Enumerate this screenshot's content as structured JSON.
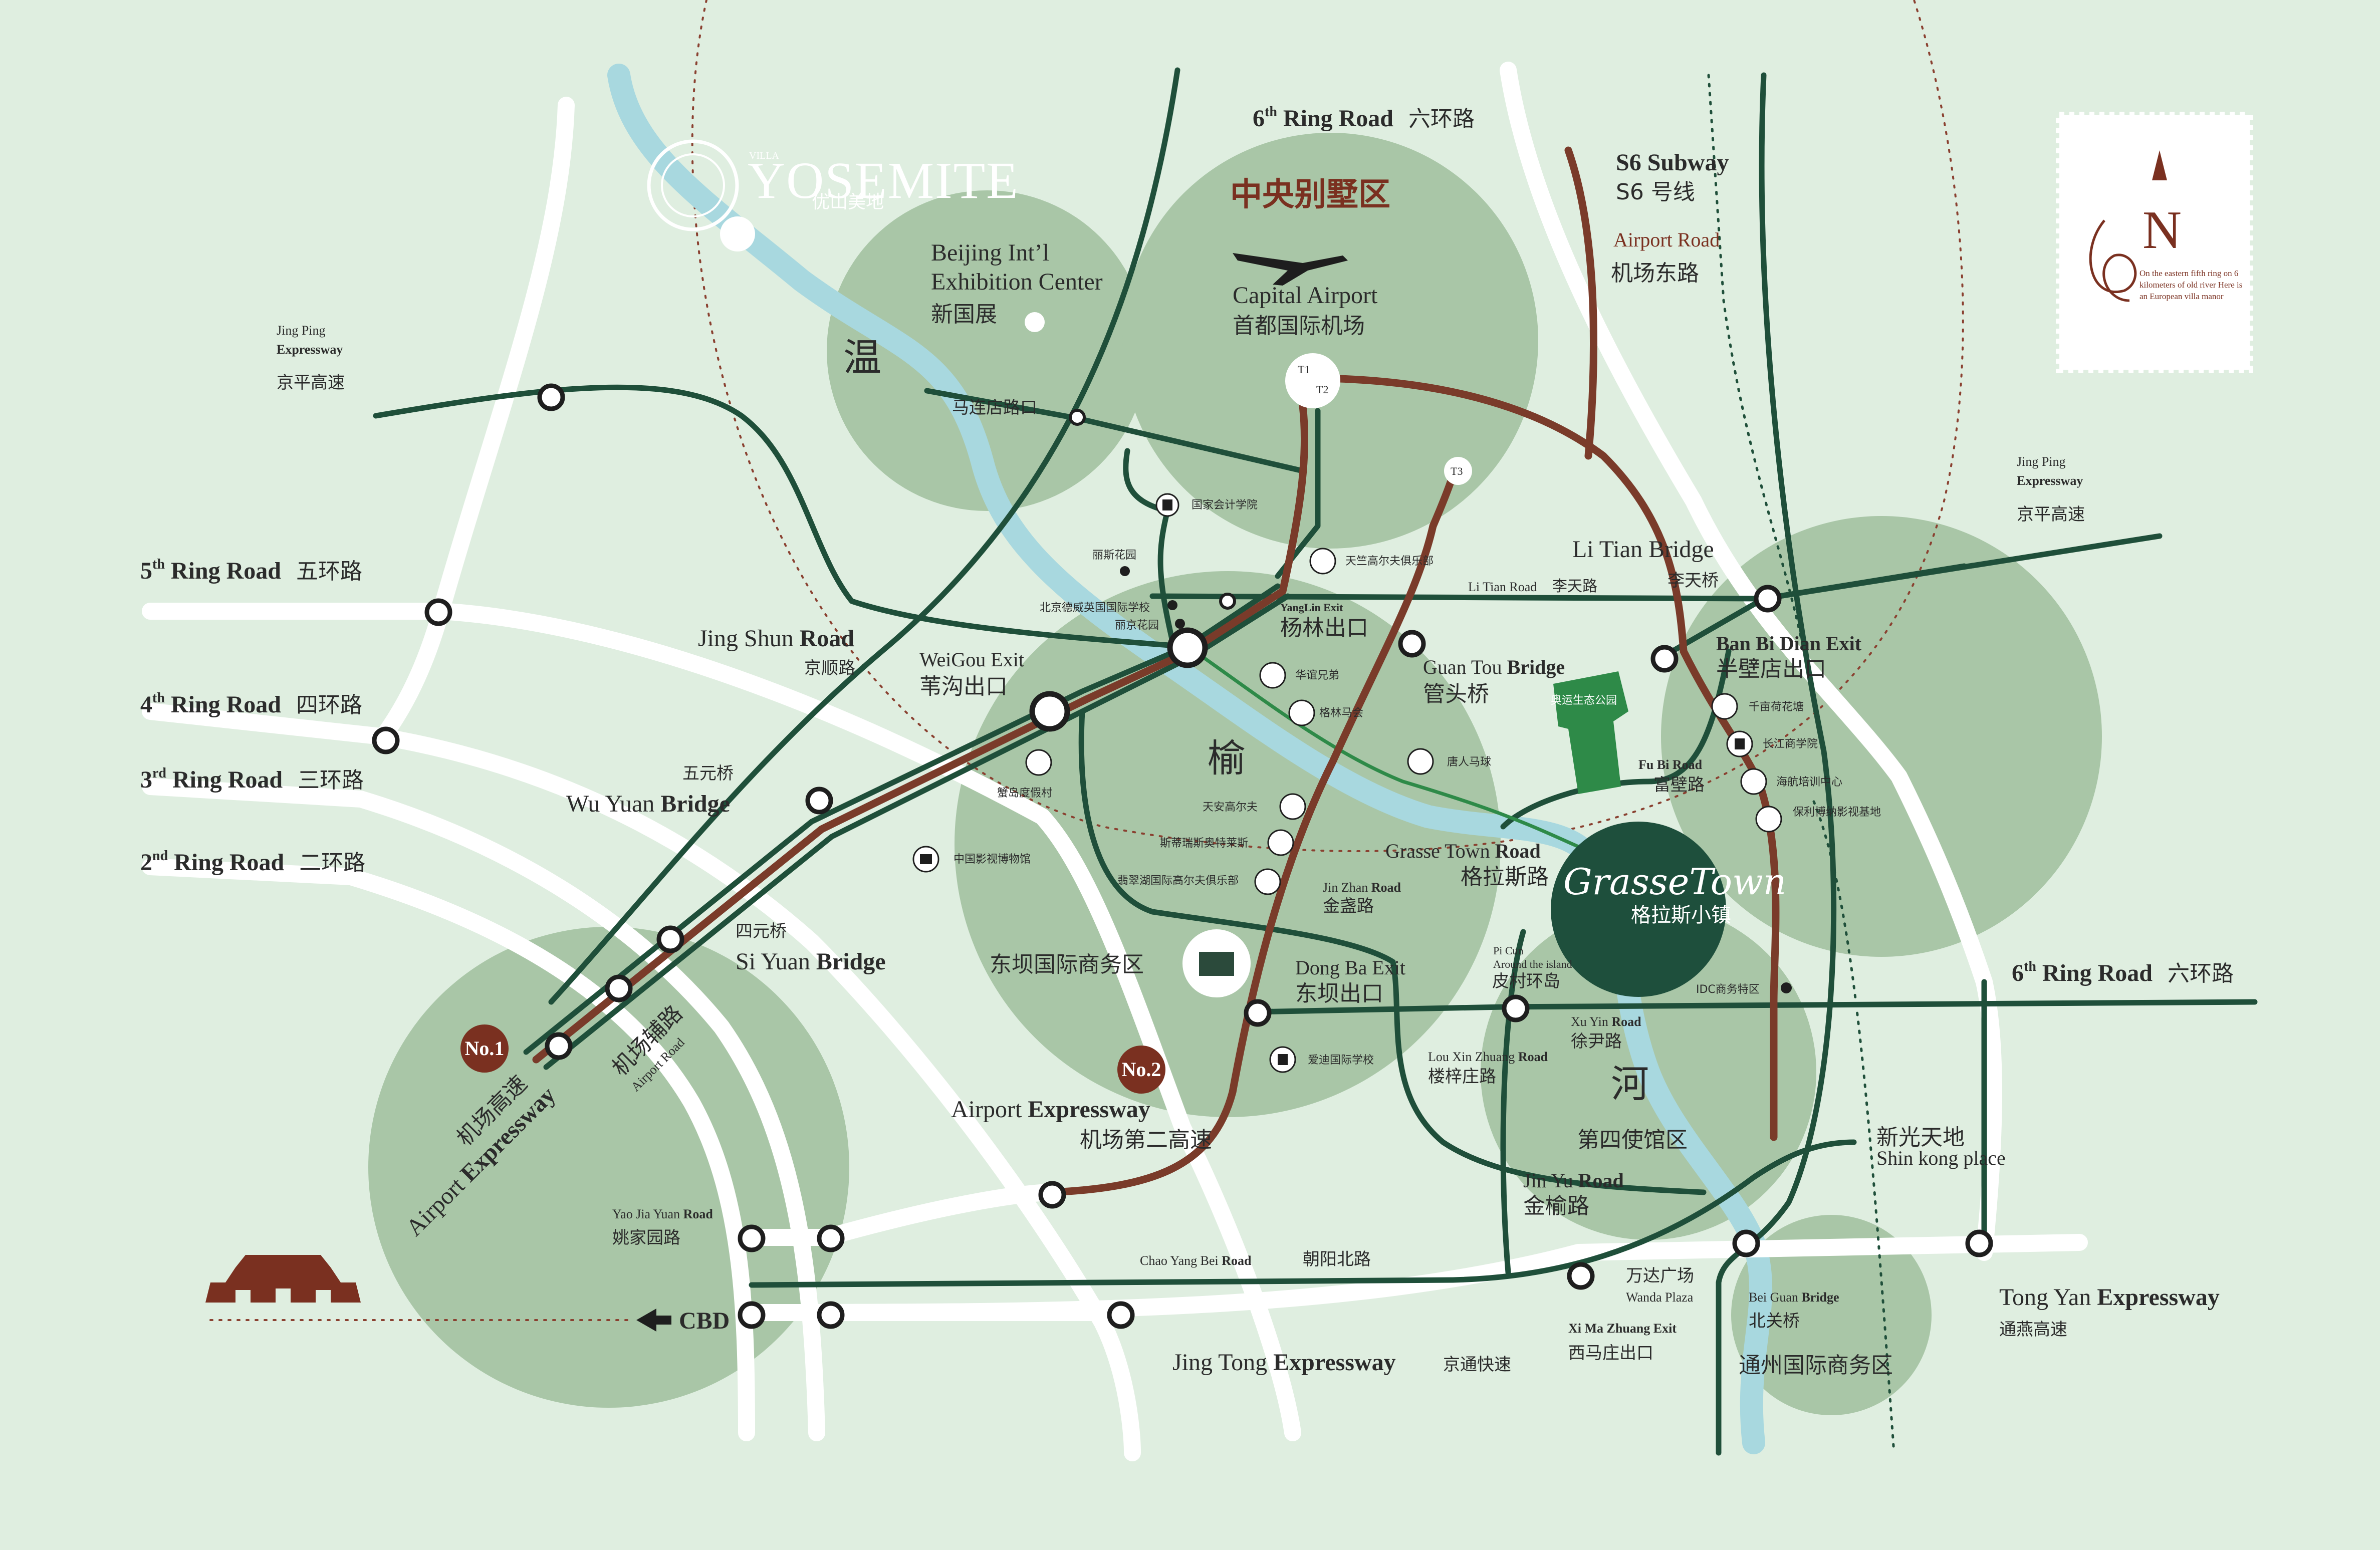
{
  "brand": {
    "name": "YOSEMITE",
    "name_small": "VILLA",
    "name_cn": "优山美地"
  },
  "title_cn": "中央别墅区",
  "compass": {
    "letter": "N",
    "note": "On the eastern fifth ring on 6 kilometers of old river Here is an European villa manor"
  },
  "districts": {
    "wen": "温",
    "yu": "榆",
    "he": "河",
    "dongba": "东坝国际商务区",
    "embassy": "第四使馆区",
    "tongzhou": "通州国际商务区",
    "grasse_cn": "格拉斯小镇",
    "grasse_en": "GrasseTown",
    "olympic_park": "奥运生态公园"
  },
  "rings": {
    "r6_top": {
      "en": "6",
      "sup": "th",
      "en2": " Ring Road",
      "cn": "六环路"
    },
    "r6_right": {
      "en": "6",
      "sup": "th",
      "en2": " Ring Road",
      "cn": "六环路"
    },
    "r5": {
      "en": "5",
      "sup": "th",
      "en2": " Ring Road",
      "cn": "五环路"
    },
    "r4": {
      "en": "4",
      "sup": "th",
      "en2": " Ring Road",
      "cn": "四环路"
    },
    "r3": {
      "en": "3",
      "sup": "rd",
      "en2": " Ring Road",
      "cn": "三环路"
    },
    "r2": {
      "en": "2",
      "sup": "nd",
      "en2": " Ring Road",
      "cn": "二环路"
    }
  },
  "labels": {
    "s6_en": "S6 Subway",
    "s6_cn": "S6 号线",
    "airport_road_en": "Airport Road",
    "airport_road_cn": "机场东路",
    "jingping_left_en1": "Jing Ping",
    "jingping_left_en2": "Expressway",
    "jingping_left_cn": "京平高速",
    "jingping_right_en1": "Jing Ping",
    "jingping_right_en2": "Expressway",
    "jingping_right_cn": "京平高速",
    "expo_en1": "Beijing Int’l",
    "expo_en2": "Exhibition Center",
    "expo_cn": "新国展",
    "airport_en": "Capital Airport",
    "airport_cn": "首都国际机场",
    "t1": "T1",
    "t2": "T2",
    "t3": "T3",
    "maliandian": "马连店路口",
    "litian_bridge_en": "Li Tian Bridge",
    "litian_bridge_cn": "李天桥",
    "litian_road_en": "Li Tian Road",
    "litian_road_cn": "李天路",
    "yanglin_en": "YangLin Exit",
    "yanglin_cn": "杨林出口",
    "jingshun_en1": "Jing Shun",
    "jingshun_en2": " Road",
    "jingshun_cn": "京顺路",
    "weigou_en": "WeiGou Exit",
    "weigou_cn": "苇沟出口",
    "guantou_en1": "Guan Tou",
    "guantou_en2": " Bridge",
    "guantou_cn": "管头桥",
    "banbidian_en": "Ban Bi Dian Exit",
    "banbidian_cn": "半壁店出口",
    "fubi_en": "Fu Bi Road",
    "fubi_cn": "富壁路",
    "wuyuan_cn": "五元桥",
    "wuyuan_en1": "Wu Yuan",
    "wuyuan_en2": " Bridge",
    "siyuan_cn": "四元桥",
    "siyuan_en1": "Si Yuan",
    "siyuan_en2": " Bridge",
    "grasse_road_en1": "Grasse Town",
    "grasse_road_en2": " Road",
    "grasse_road_cn": "格拉斯路",
    "jinzhan_en1": "Jin Zhan",
    "jinzhan_en2": " Road",
    "jinzhan_cn": "金盏路",
    "dongba_exit_en": "Dong Ba Exit",
    "dongba_exit_cn": "东坝出口",
    "picun_en1": "Pi Cun",
    "picun_en2": "Around the island",
    "picun_cn": "皮村环岛",
    "idc": "IDC商务特区",
    "xuyin_en1": "Xu Yin",
    "xuyin_en2": " Road",
    "xuyin_cn": "徐尹路",
    "louxin_en1": "Lou Xin Zhuang",
    "louxin_en2": " Road",
    "louxin_cn": "楼梓庄路",
    "jinyu_en1": "Jin Yu",
    "jinyu_en2": " Road",
    "jinyu_cn": "金榆路",
    "shinkong_cn": "新光天地",
    "shinkong_en": "Shin kong place",
    "airport_exp2_en1": "Airport",
    "airport_exp2_en2": " Expressway",
    "airport_exp2_cn": "机场第二高速",
    "airport_exp_cn": "机场高速",
    "airport_exp_en1": "Airport",
    "airport_exp_en2": " Expressway",
    "airport_aux_cn": "机场辅路",
    "airport_aux_en": "Airport Road",
    "no1": "No.1",
    "no2": "No.2",
    "yaojiayuan_en1": "Yao Jia Yuan",
    "yaojiayuan_en2": " Road",
    "yaojiayuan_cn": "姚家园路",
    "cbd": "CBD",
    "chaoyangbei_en1": "Chao Yang Bei",
    "chaoyangbei_en2": " Road",
    "chaoyangbei_cn": "朝阳北路",
    "wanda_cn": "万达广场",
    "wanda_en": "Wanda Plaza",
    "ximazhuang_en": "Xi Ma Zhuang Exit",
    "ximazhuang_cn": "西马庄出口",
    "beiguan_en1": "Bei Guan",
    "beiguan_en2": " Bridge",
    "beiguan_cn": "北关桥",
    "jingtong_en1": "Jing Tong",
    "jingtong_en2": " Expressway",
    "jingtong_cn": "京通快速",
    "tongyan_en1": "Tong Yan",
    "tongyan_en2": " Expressway",
    "tongyan_cn": "通燕高速"
  },
  "pois": {
    "kuaiji": "国家会计学院",
    "lisi": "丽斯花园",
    "dulwich": "北京德威英国国际学校",
    "lijing": "丽京花园",
    "tianzhu_golf": "天竺高尔夫俱乐部",
    "huayi": "华谊兄弟",
    "gelin": "格林马会",
    "tangren": "唐人马球",
    "taiping": "蟹岛度假村",
    "tianan_golf": "天安高尔夫",
    "steinway": "斯蒂瑞斯奥特莱斯",
    "jade_golf": "翡翠湖国际高尔夫俱乐部",
    "film_museum": "中国影视博物馆",
    "iss": "爱迪国际学校",
    "qianmu": "千亩荷花塘",
    "changjiang": "长江商学院",
    "aviation": "海航培训中心",
    "poly": "保利博纳影视基地"
  }
}
